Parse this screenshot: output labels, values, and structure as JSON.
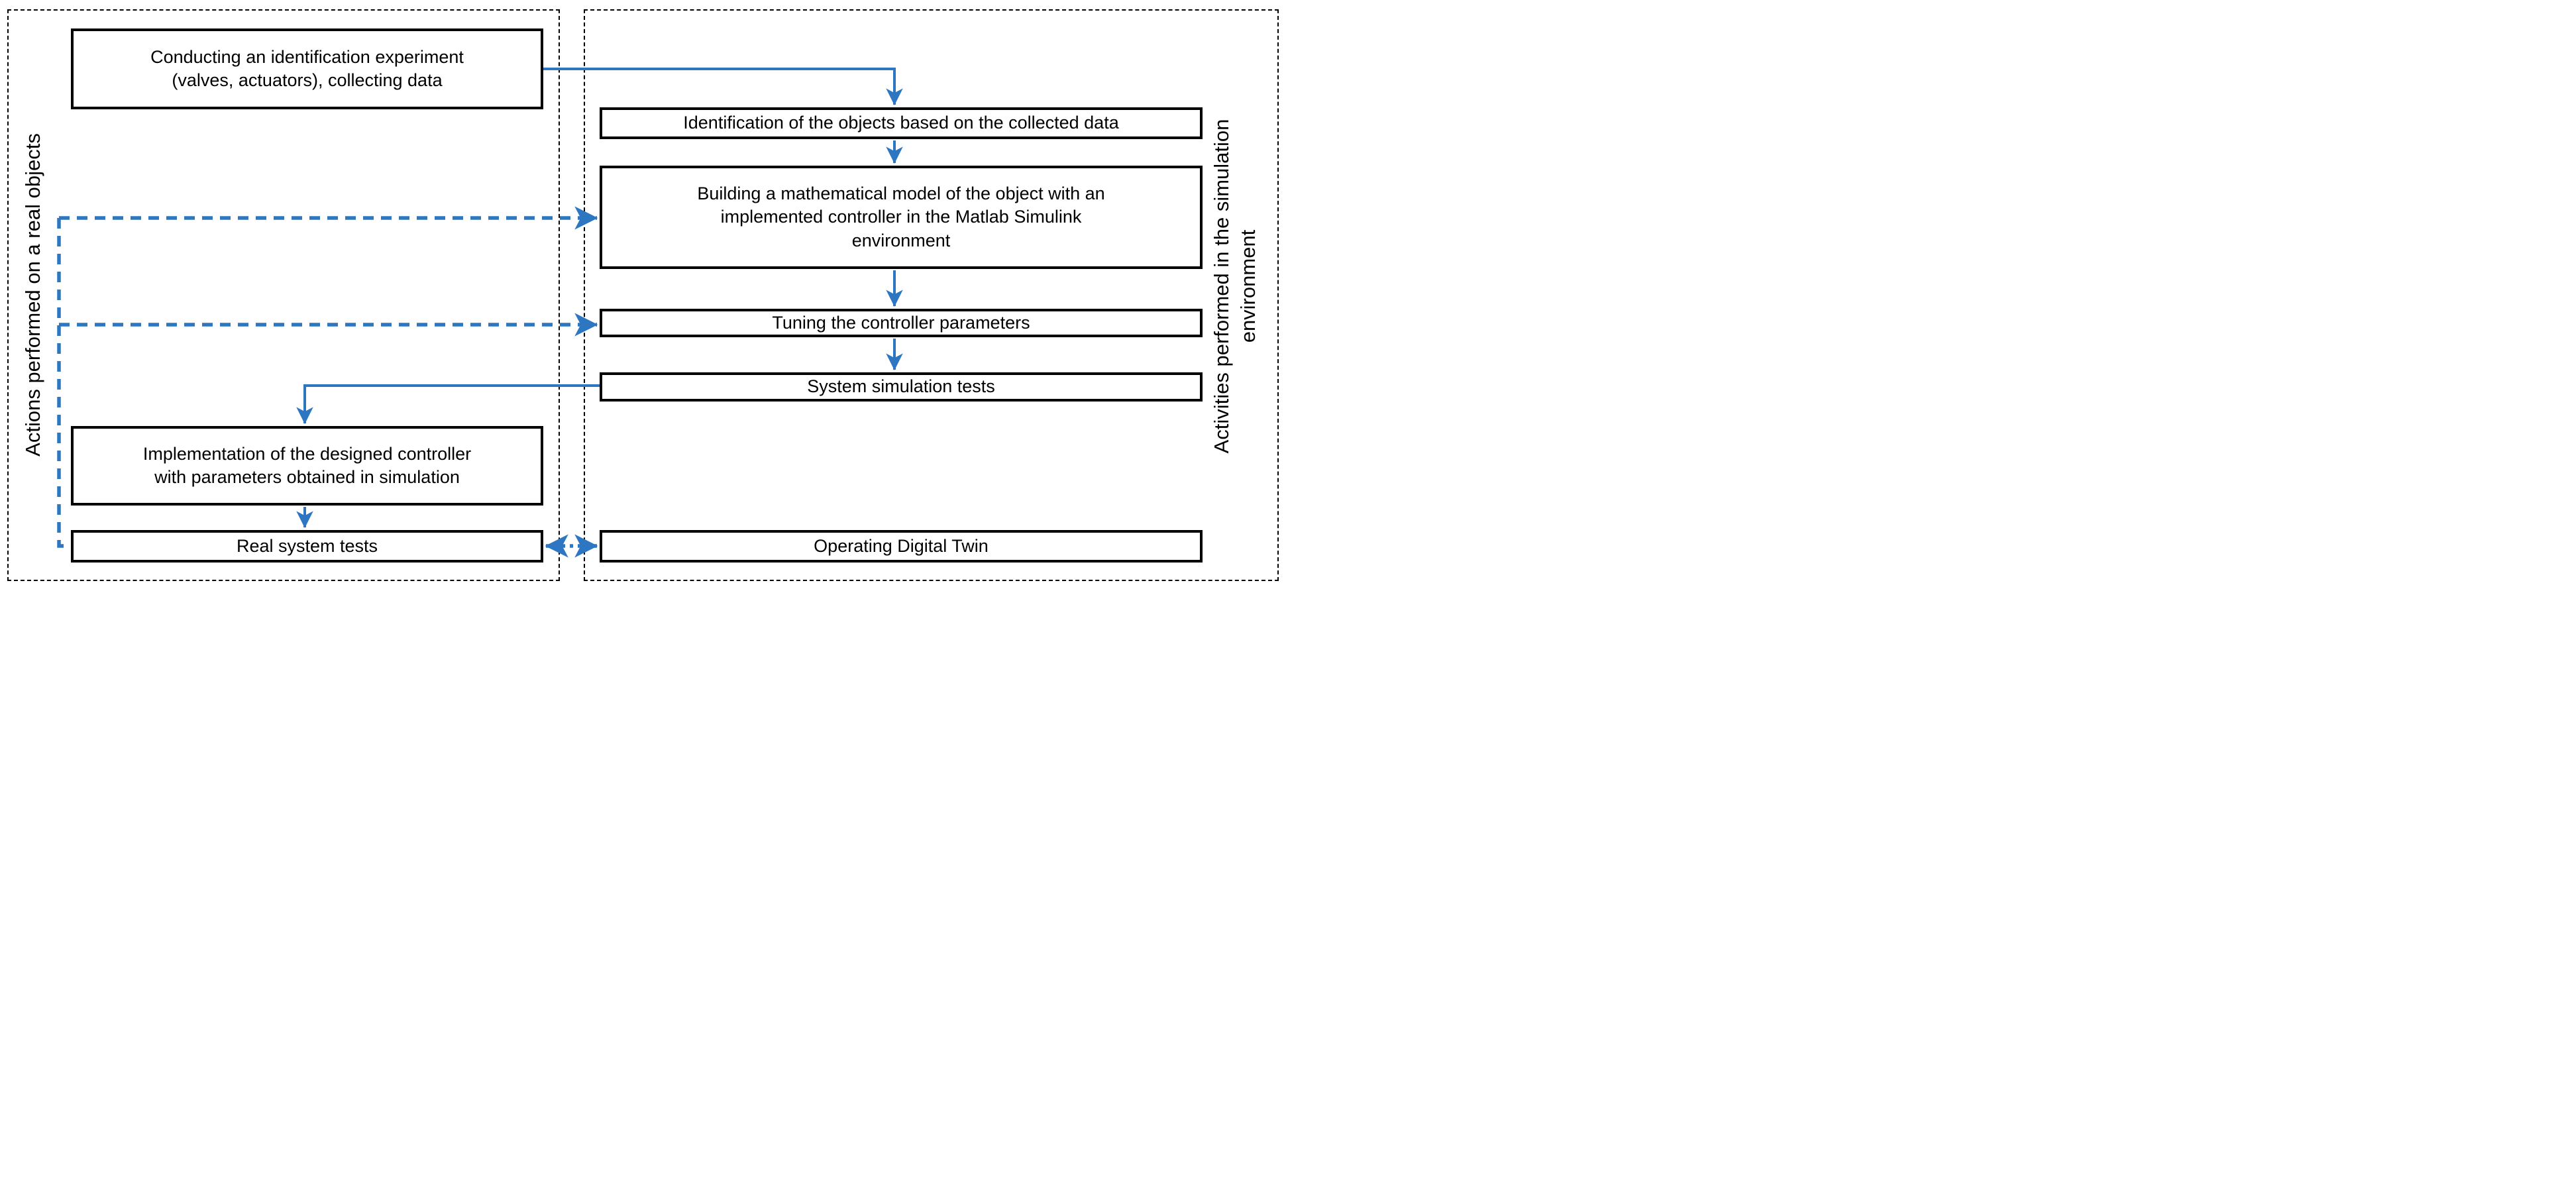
{
  "diagram": {
    "left_container": {
      "label": "Actions performed on a real objects",
      "boxes": {
        "conducting": "Conducting an identification experiment\n(valves, actuators), collecting data",
        "implementation": "Implementation of the designed controller\nwith parameters obtained in simulation",
        "real_tests": "Real system tests"
      }
    },
    "right_container": {
      "label": "Activities performed in the simulation\nenvironment",
      "boxes": {
        "identification": "Identification of the objects based on the collected data",
        "building": "Building a mathematical model of the object with an\nimplemented controller in the Matlab Simulink\nenvironment",
        "tuning": "Tuning the controller parameters",
        "simulation_tests": "System simulation tests",
        "digital_twin": "Operating Digital Twin"
      }
    },
    "colors": {
      "arrow_blue": "#2D76C1",
      "box_border": "#000000",
      "background": "#ffffff"
    }
  }
}
